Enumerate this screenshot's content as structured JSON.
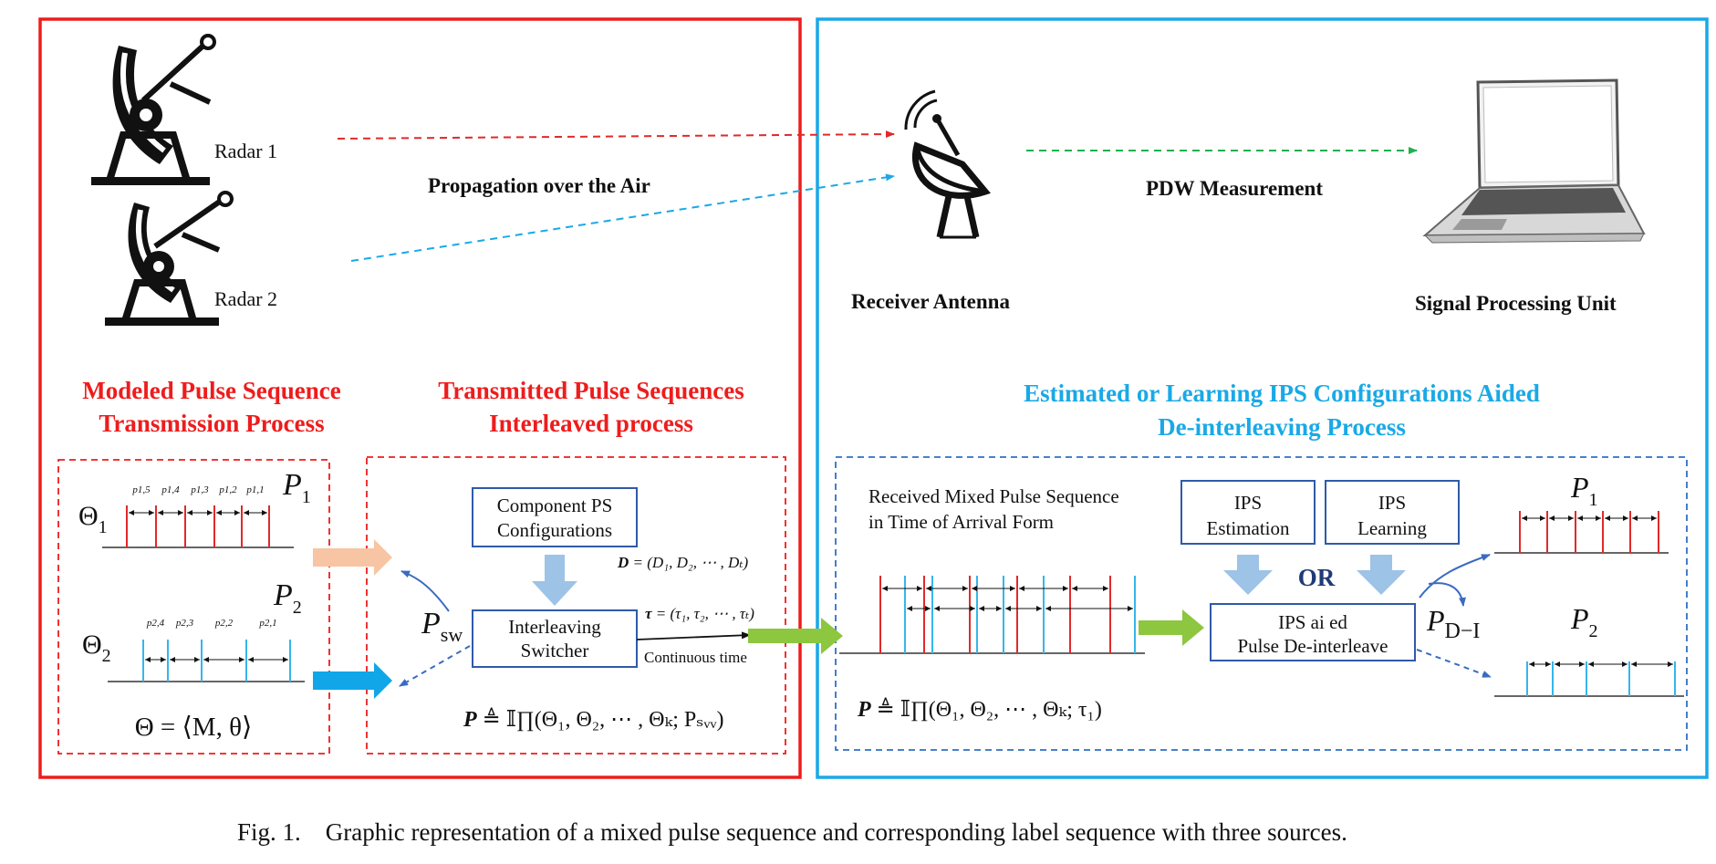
{
  "colors": {
    "left_panel": "#ee1c1c",
    "right_panel": "#19a9e6",
    "pulse_red": "#e02a2a",
    "pulse_blue": "#35b6ea",
    "box_border": "#2f5aa8",
    "arrow_green": "#8dc63f",
    "arrow_peach": "#f7c5a3",
    "arrow_cyan": "#10a6e8",
    "arrow_lightblue": "#9dc3e6",
    "dash_green": "#1fb050"
  },
  "icons": [
    "radar-dish-icon",
    "receiver-antenna-icon",
    "laptop-icon"
  ],
  "top": {
    "radar1": "Radar 1",
    "radar2": "Radar 2",
    "propagation": "Propagation over the Air",
    "receiver": "Receiver Antenna",
    "pdw": "PDW Measurement",
    "spu": "Signal Processing Unit"
  },
  "headings": {
    "modeled_1": "Modeled Pulse Sequence",
    "modeled_2": "Transmission Process",
    "transmitted_1": "Transmitted Pulse Sequences",
    "transmitted_2": "Interleaved process",
    "estimated_1": "Estimated or Learning IPS Configurations Aided",
    "estimated_2": "De-interleaving Process"
  },
  "modeled": {
    "theta1": "Θ",
    "theta1_sub": "1",
    "theta2": "Θ",
    "theta2_sub": "2",
    "p1": "P",
    "p1_sub": "1",
    "p2": "P",
    "p2_sub": "2",
    "seq1_labels": [
      "p1,5",
      "p1,4",
      "p1,3",
      "p1,2",
      "p1,1"
    ],
    "seq2_labels": [
      "p2,4",
      "p2,3",
      "p2,2",
      "p2,1"
    ],
    "theta_def": "Θ = ⟨M, θ⟩"
  },
  "transmitted": {
    "component_1": "Component PS",
    "component_2": "Configurations",
    "interleaving_1": "Interleaving",
    "interleaving_2": "Switcher",
    "d_lhs": "D",
    "d_rhs": " = (D₁, D₂, ⋯ , Dₜ)",
    "tau_lhs": "τ",
    "tau_rhs": " = (τ₁, τ₂, ⋯ , τₜ)",
    "continuous": "Continuous time",
    "psw": "P",
    "psw_sub": "sw",
    "formula_lhs": "P",
    "formula_rhs": " ≜ 𝕀∏(Θ₁, Θ₂, ⋯ , Θₖ; Pₛᵥᵥ)"
  },
  "deinterleave": {
    "received_1": "Received Mixed Pulse Sequence",
    "received_2": "in Time of Arrival Form",
    "est_1": "IPS",
    "est_2": "Estimation",
    "learn_1": "IPS",
    "learn_2": "Learning",
    "or": "OR",
    "aided_1": "IPS ai  ed",
    "aided_2": "Pulse De-interleave",
    "pdi": "P",
    "pdi_sub": "D−I",
    "p1": "P",
    "p1_sub": "1",
    "p2": "P",
    "p2_sub": "2",
    "formula_lhs": "P",
    "formula_rhs": " ≜ 𝕀∏(Θ₁, Θ₂, ⋯ , Θₖ; τ₁)"
  },
  "caption": "Fig. 1.    Graphic representation of a mixed pulse sequence and corresponding label sequence with three sources."
}
